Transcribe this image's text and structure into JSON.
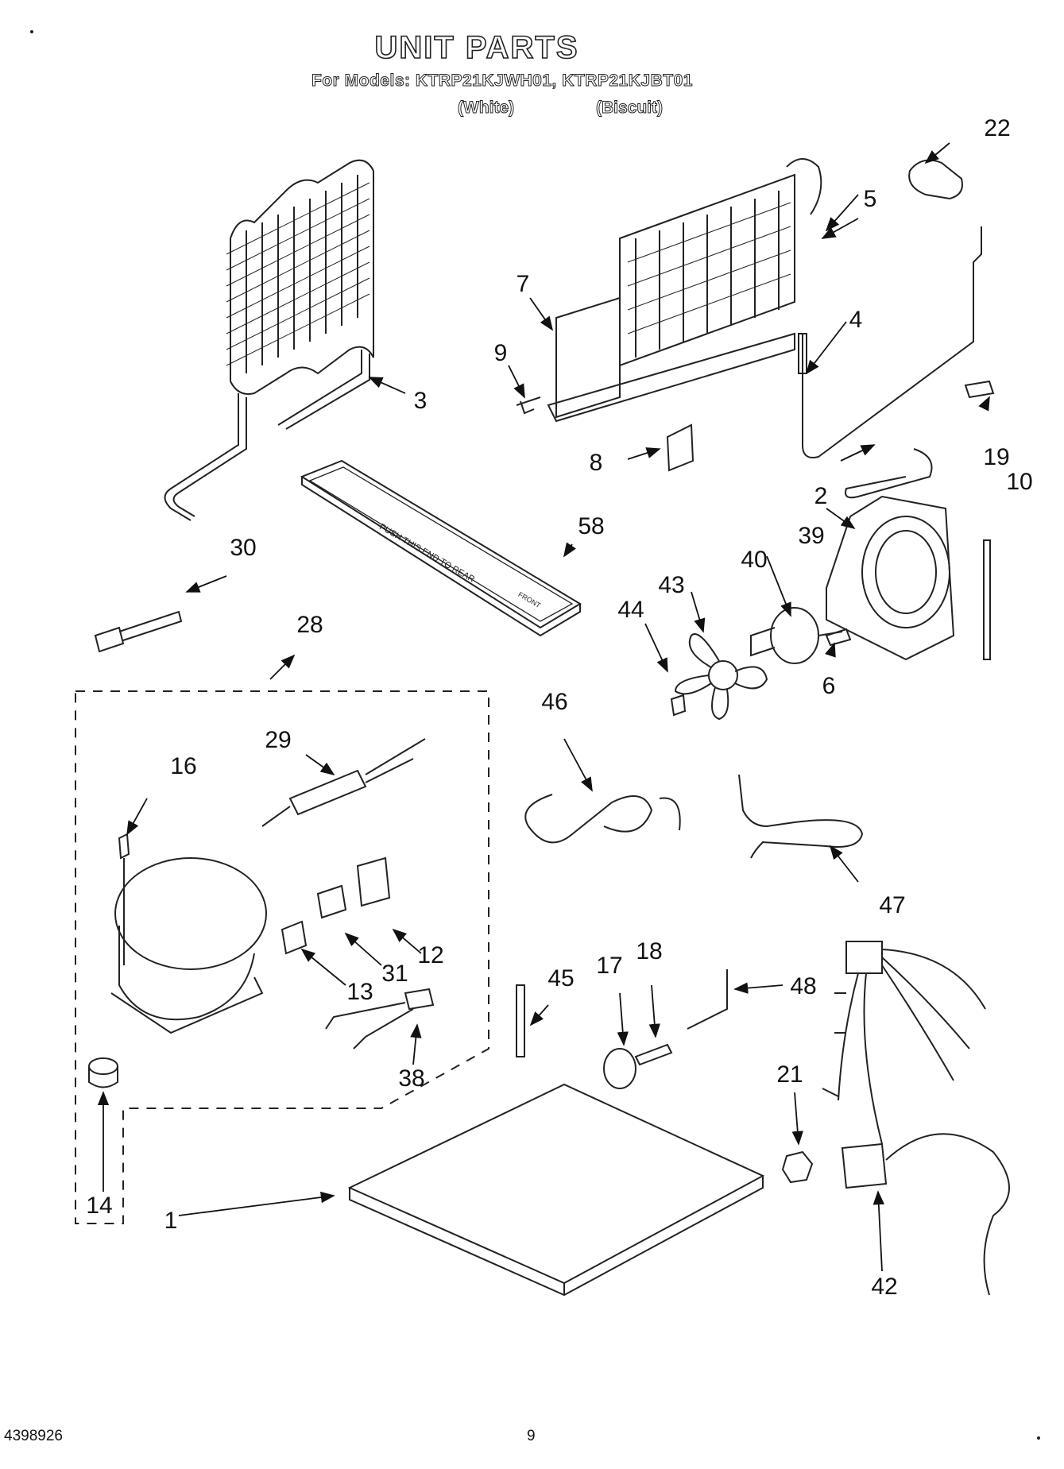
{
  "header": {
    "title": "UNIT PARTS",
    "models": "For Models: KTRP21KJWH01, KTRP21KJBT01",
    "color_white": "(White)",
    "color_biscuit": "(Biscuit)"
  },
  "callouts": {
    "c1": "1",
    "c2": "2",
    "c3": "3",
    "c4": "4",
    "c5": "5",
    "c6": "6",
    "c7": "7",
    "c8": "8",
    "c9": "9",
    "c10": "10",
    "c12": "12",
    "c13": "13",
    "c14": "14",
    "c16": "16",
    "c17": "17",
    "c18": "18",
    "c19": "19",
    "c21": "21",
    "c22": "22",
    "c28": "28",
    "c29": "29",
    "c30": "30",
    "c31": "31",
    "c38": "38",
    "c39": "39",
    "c40": "40",
    "c42": "42",
    "c43": "43",
    "c44": "44",
    "c45": "45",
    "c46": "46",
    "c47": "47",
    "c48": "48",
    "c58": "58"
  },
  "tray_stamp": "PUSH THIS END TO REAR",
  "tray_front": "FRONT",
  "footer": {
    "part_number": "4398926",
    "page_number": "9"
  }
}
